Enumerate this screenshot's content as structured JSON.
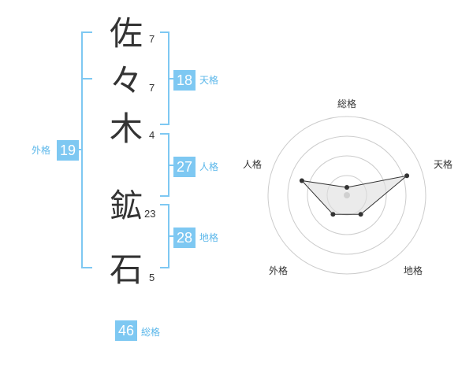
{
  "name": {
    "characters": [
      {
        "kanji": "佐",
        "strokes": "7"
      },
      {
        "kanji": "々",
        "strokes": "7"
      },
      {
        "kanji": "木",
        "strokes": "4"
      },
      {
        "kanji": "鉱",
        "strokes": "23"
      },
      {
        "kanji": "石",
        "strokes": "5"
      }
    ]
  },
  "scores": {
    "tenkaku": {
      "value": "18",
      "label": "天格"
    },
    "jinkaku": {
      "value": "27",
      "label": "人格"
    },
    "chikaku": {
      "value": "28",
      "label": "地格"
    },
    "gaikaku": {
      "value": "19",
      "label": "外格"
    },
    "soukaku": {
      "value": "46",
      "label": "総格"
    }
  },
  "radar": {
    "axes": [
      "総格",
      "天格",
      "地格",
      "外格",
      "人格"
    ],
    "levels": 4,
    "values": [
      0.1,
      0.8,
      0.3,
      0.3,
      0.6
    ],
    "line_color": "#333333",
    "fill_color": "#dddddd",
    "ring_color": "#cccccc",
    "center_color": "#bbbbbb"
  },
  "colors": {
    "accent": "#7ec8f2",
    "accent_text": "#5bb7ea",
    "bracket": "#7ec8f2"
  }
}
